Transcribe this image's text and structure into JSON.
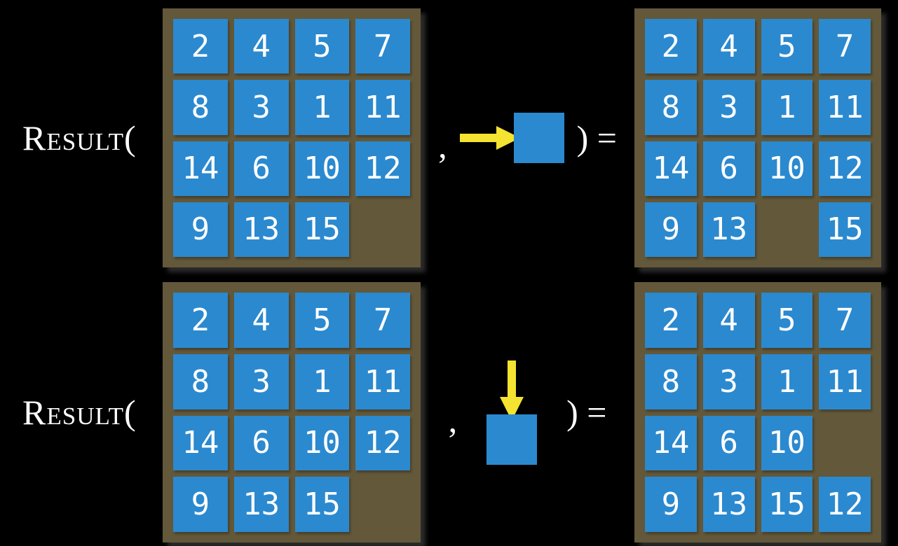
{
  "figure": {
    "description_label": "sliding-puzzle RESULT function diagram",
    "colors": {
      "background": "#000000",
      "board": "#63583a",
      "tile": "#2b89cf",
      "tile_text": "#ffffff",
      "arrow": "#f4e330",
      "text": "#ffffff"
    }
  },
  "rows": [
    {
      "label": "Result(",
      "comma": ",",
      "close_label": ") =",
      "move": {
        "direction": "right",
        "icon": "arrow-right-icon"
      },
      "input_board": {
        "cells": [
          "2",
          "4",
          "5",
          "7",
          "8",
          "3",
          "1",
          "11",
          "14",
          "6",
          "10",
          "12",
          "9",
          "13",
          "15",
          ""
        ]
      },
      "output_board": {
        "cells": [
          "2",
          "4",
          "5",
          "7",
          "8",
          "3",
          "1",
          "11",
          "14",
          "6",
          "10",
          "12",
          "9",
          "13",
          "",
          "15"
        ]
      }
    },
    {
      "label": "Result(",
      "comma": ",",
      "close_label": ") =",
      "move": {
        "direction": "down",
        "icon": "arrow-down-icon"
      },
      "input_board": {
        "cells": [
          "2",
          "4",
          "5",
          "7",
          "8",
          "3",
          "1",
          "11",
          "14",
          "6",
          "10",
          "12",
          "9",
          "13",
          "15",
          ""
        ]
      },
      "output_board": {
        "cells": [
          "2",
          "4",
          "5",
          "7",
          "8",
          "3",
          "1",
          "11",
          "14",
          "6",
          "10",
          "",
          "9",
          "13",
          "15",
          "12"
        ]
      }
    }
  ]
}
